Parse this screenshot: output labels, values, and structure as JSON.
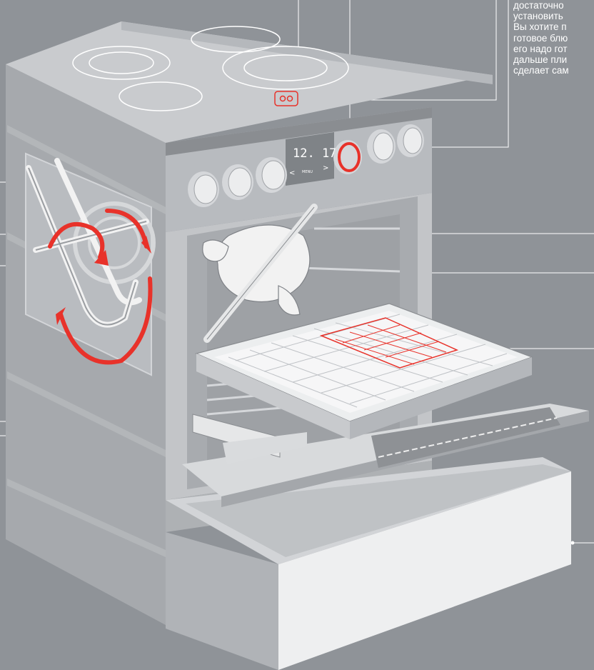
{
  "callout": {
    "lines": [
      "достаточно",
      "установить",
      "Вы хотите п",
      "готовое блю",
      "его надо гот",
      "дальше пли",
      "сделает сам"
    ]
  },
  "display": {
    "time": "12. 17.",
    "menu_label": "MENU",
    "left_arrow": "<",
    "right_arrow": ">"
  },
  "colors": {
    "background": "#8f9398",
    "accent": "#e8322a",
    "line": "#ffffff",
    "body_light": "#c9cbce",
    "body_mid": "#b5b8bc",
    "body_dark": "#9a9da1"
  },
  "icons": {
    "rotation": "rotation-arrows-icon",
    "cooktop_sensor": "cooktop-sensor-icon"
  }
}
